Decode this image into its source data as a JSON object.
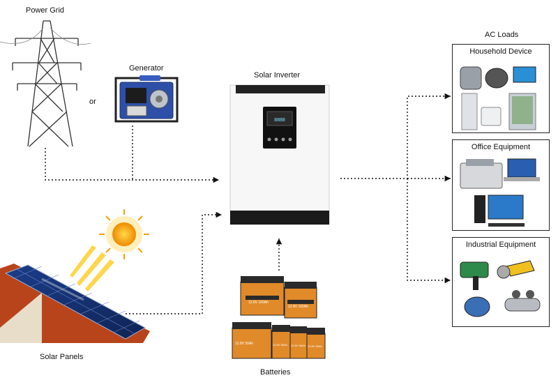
{
  "sources": {
    "power_grid": "Power Grid",
    "or": "or",
    "generator": "Generator",
    "solar_panels": "Solar Panels",
    "batteries": "Batteries"
  },
  "inverter": {
    "label": "Solar Inverter"
  },
  "ac_loads": {
    "title": "AC Loads",
    "boxes": [
      {
        "title": "Household Device"
      },
      {
        "title": "Office Equipment"
      },
      {
        "title": "Industrial Equipment"
      }
    ]
  },
  "battery_labels": [
    "12.8V 100Ah",
    "12.8V 100Ah",
    "12.8V 50Ah",
    "12.8V 50Ah",
    "12.8V 50Ah",
    "12.8V 50Ah"
  ],
  "colors": {
    "battery": "#e08a2a",
    "battery_dark": "#2a2a2a",
    "connector": "#111111",
    "sun": "#f5a300"
  }
}
